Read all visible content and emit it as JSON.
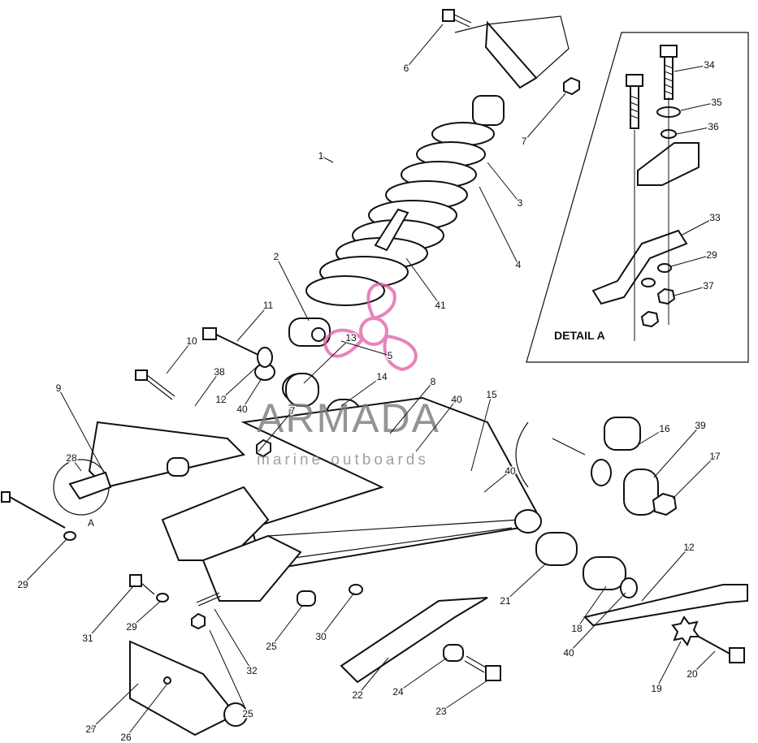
{
  "diagram": {
    "detail_label": "DETAIL A",
    "detail_marker": "A",
    "watermark": {
      "brand": "ARMADA",
      "tagline": "marine outboards",
      "logo_color": "#e05aa6"
    },
    "callouts": [
      {
        "id": "1",
        "text": "1"
      },
      {
        "id": "2",
        "text": "2"
      },
      {
        "id": "3",
        "text": "3"
      },
      {
        "id": "4",
        "text": "4"
      },
      {
        "id": "5",
        "text": "5"
      },
      {
        "id": "6",
        "text": "6"
      },
      {
        "id": "7a",
        "text": "7"
      },
      {
        "id": "7b",
        "text": "7"
      },
      {
        "id": "8",
        "text": "8"
      },
      {
        "id": "9",
        "text": "9"
      },
      {
        "id": "10",
        "text": "10"
      },
      {
        "id": "11",
        "text": "11"
      },
      {
        "id": "12a",
        "text": "12"
      },
      {
        "id": "12b",
        "text": "12"
      },
      {
        "id": "13",
        "text": "13"
      },
      {
        "id": "14",
        "text": "14"
      },
      {
        "id": "15",
        "text": "15"
      },
      {
        "id": "16",
        "text": "16"
      },
      {
        "id": "17",
        "text": "17"
      },
      {
        "id": "18",
        "text": "18"
      },
      {
        "id": "19",
        "text": "19"
      },
      {
        "id": "20",
        "text": "20"
      },
      {
        "id": "21",
        "text": "21"
      },
      {
        "id": "22",
        "text": "22"
      },
      {
        "id": "23",
        "text": "23"
      },
      {
        "id": "24",
        "text": "24"
      },
      {
        "id": "25a",
        "text": "25"
      },
      {
        "id": "25b",
        "text": "25"
      },
      {
        "id": "26",
        "text": "26"
      },
      {
        "id": "27",
        "text": "27"
      },
      {
        "id": "28",
        "text": "28"
      },
      {
        "id": "29a",
        "text": "29"
      },
      {
        "id": "29b",
        "text": "29"
      },
      {
        "id": "29c",
        "text": "29"
      },
      {
        "id": "30",
        "text": "30"
      },
      {
        "id": "31",
        "text": "31"
      },
      {
        "id": "32",
        "text": "32"
      },
      {
        "id": "33",
        "text": "33"
      },
      {
        "id": "34",
        "text": "34"
      },
      {
        "id": "35",
        "text": "35"
      },
      {
        "id": "36",
        "text": "36"
      },
      {
        "id": "37",
        "text": "37"
      },
      {
        "id": "38",
        "text": "38"
      },
      {
        "id": "39",
        "text": "39"
      },
      {
        "id": "40a",
        "text": "40"
      },
      {
        "id": "40b",
        "text": "40"
      },
      {
        "id": "40c",
        "text": "40"
      },
      {
        "id": "40d",
        "text": "40"
      },
      {
        "id": "41",
        "text": "41"
      }
    ]
  }
}
